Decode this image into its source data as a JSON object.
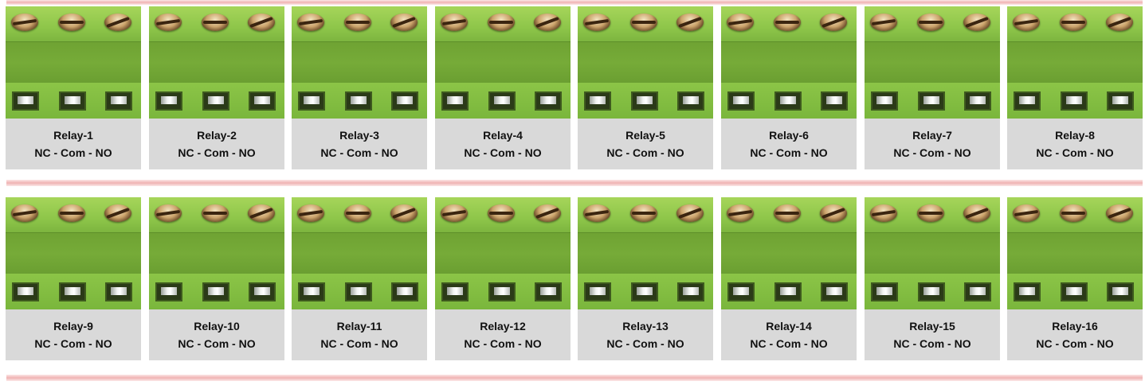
{
  "relays_row_1": [
    {
      "name": "Relay-1",
      "pins": "NC - Com - NO"
    },
    {
      "name": "Relay-2",
      "pins": "NC - Com - NO"
    },
    {
      "name": "Relay-3",
      "pins": "NC - Com - NO"
    },
    {
      "name": "Relay-4",
      "pins": "NC - Com - NO"
    },
    {
      "name": "Relay-5",
      "pins": "NC - Com - NO"
    },
    {
      "name": "Relay-6",
      "pins": "NC - Com - NO"
    },
    {
      "name": "Relay-7",
      "pins": "NC - Com - NO"
    },
    {
      "name": "Relay-8",
      "pins": "NC - Com - NO"
    }
  ],
  "relays_row_2": [
    {
      "name": "Relay-9",
      "pins": "NC - Com - NO"
    },
    {
      "name": "Relay-10",
      "pins": "NC - Com - NO"
    },
    {
      "name": "Relay-11",
      "pins": "NC - Com - NO"
    },
    {
      "name": "Relay-12",
      "pins": "NC - Com - NO"
    },
    {
      "name": "Relay-13",
      "pins": "NC - Com - NO"
    },
    {
      "name": "Relay-14",
      "pins": "NC - Com - NO"
    },
    {
      "name": "Relay-15",
      "pins": "NC - Com - NO"
    },
    {
      "name": "Relay-16",
      "pins": "NC - Com - NO"
    }
  ],
  "colors": {
    "terminal_green": "#7bb340",
    "label_gray": "#d9d9d9",
    "divider_pink": "#f0b3b3"
  }
}
